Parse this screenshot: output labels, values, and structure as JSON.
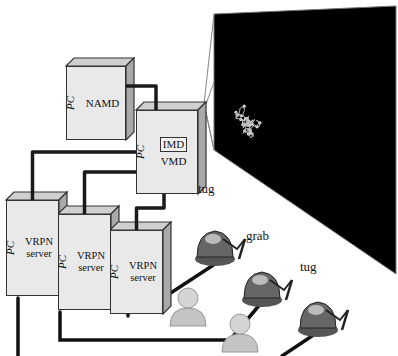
{
  "diagram": {
    "nodes": [
      {
        "text": [
          "PC",
          "NAMD"
        ]
      },
      {
        "text": [
          "PC",
          "IMD",
          "VMD"
        ]
      },
      {
        "text": [
          "PC",
          "VRPN server"
        ]
      },
      {
        "text": [
          "PC",
          "VRPN server"
        ]
      },
      {
        "text": [
          "PC",
          "VRPN server"
        ]
      }
    ],
    "edges": [
      {
        "from": 0,
        "to": 1,
        "arrow": "none"
      },
      {
        "from": 1,
        "to": 2,
        "arrow": "none"
      },
      {
        "from": 1,
        "to": 3,
        "arrow": "none"
      },
      {
        "from": 1,
        "to": 4,
        "arrow": "none"
      }
    ],
    "labels": [
      "tug",
      "grab",
      "tug"
    ]
  }
}
